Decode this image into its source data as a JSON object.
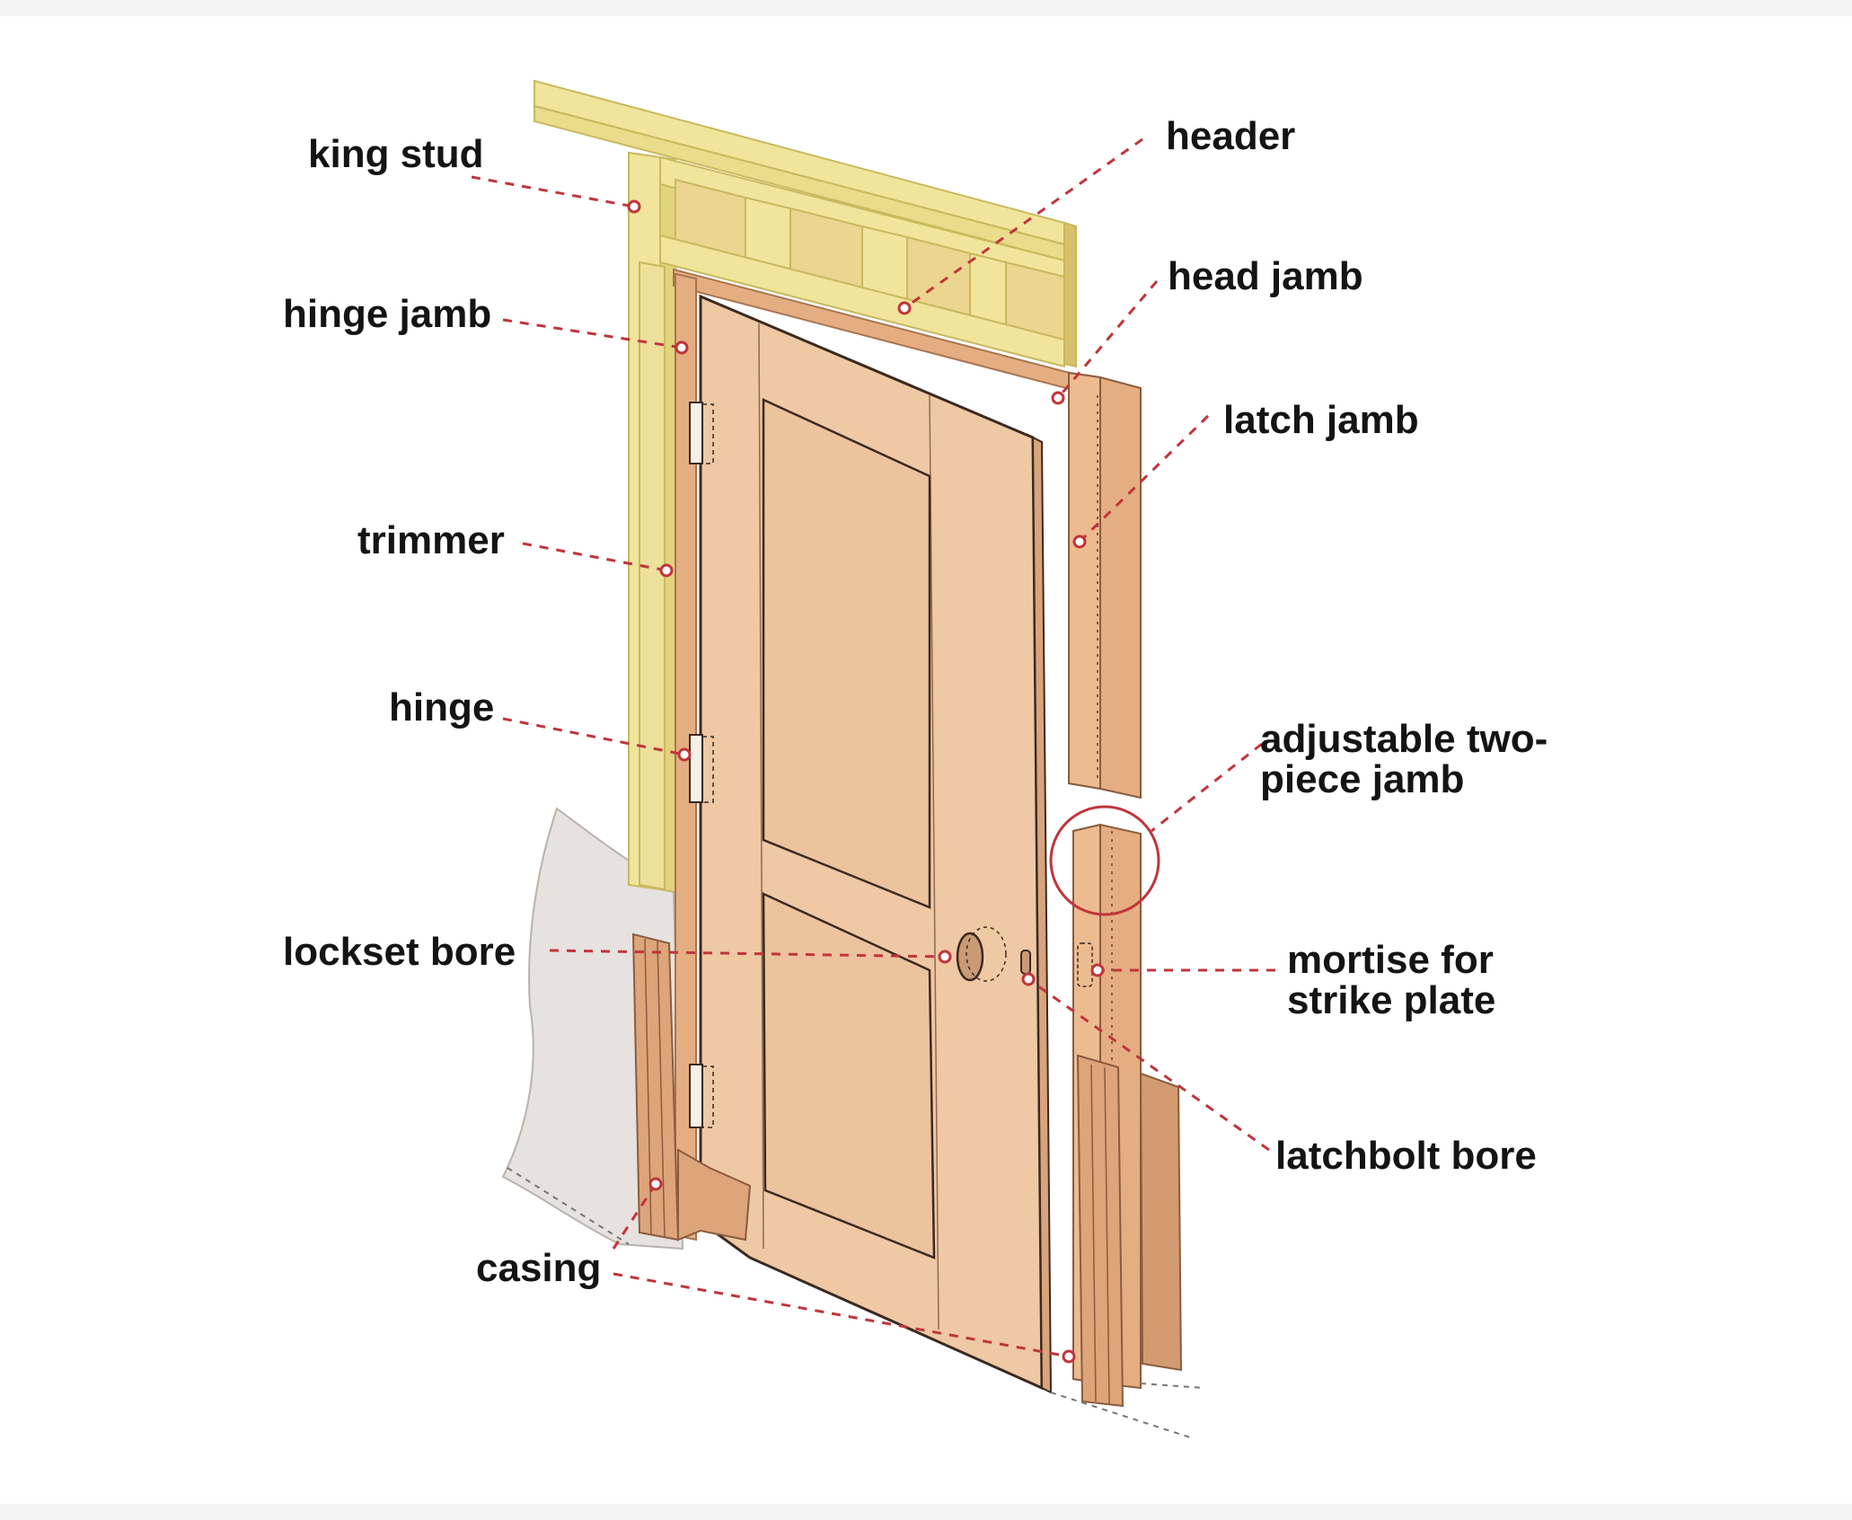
{
  "labels": {
    "king_stud": "king stud",
    "header": "header",
    "hinge_jamb": "hinge jamb",
    "head_jamb": "head jamb",
    "latch_jamb": "latch jamb",
    "trimmer": "trimmer",
    "hinge": "hinge",
    "adjustable_jamb_line1": "adjustable two-",
    "adjustable_jamb_line2": "piece jamb",
    "lockset_bore": "lockset bore",
    "mortise_line1": "mortise for",
    "mortise_line2": "strike plate",
    "latchbolt_bore": "latchbolt bore",
    "casing": "casing"
  },
  "colors": {
    "framing_lumber": "#f0e59b",
    "framing_edge": "#c9b95e",
    "door": "#efc8a4",
    "jamb": "#e4ae82",
    "casing": "#dea47a",
    "wall": "#e7e2df",
    "leader": "#c0353b",
    "outline": "#3a2a20"
  }
}
